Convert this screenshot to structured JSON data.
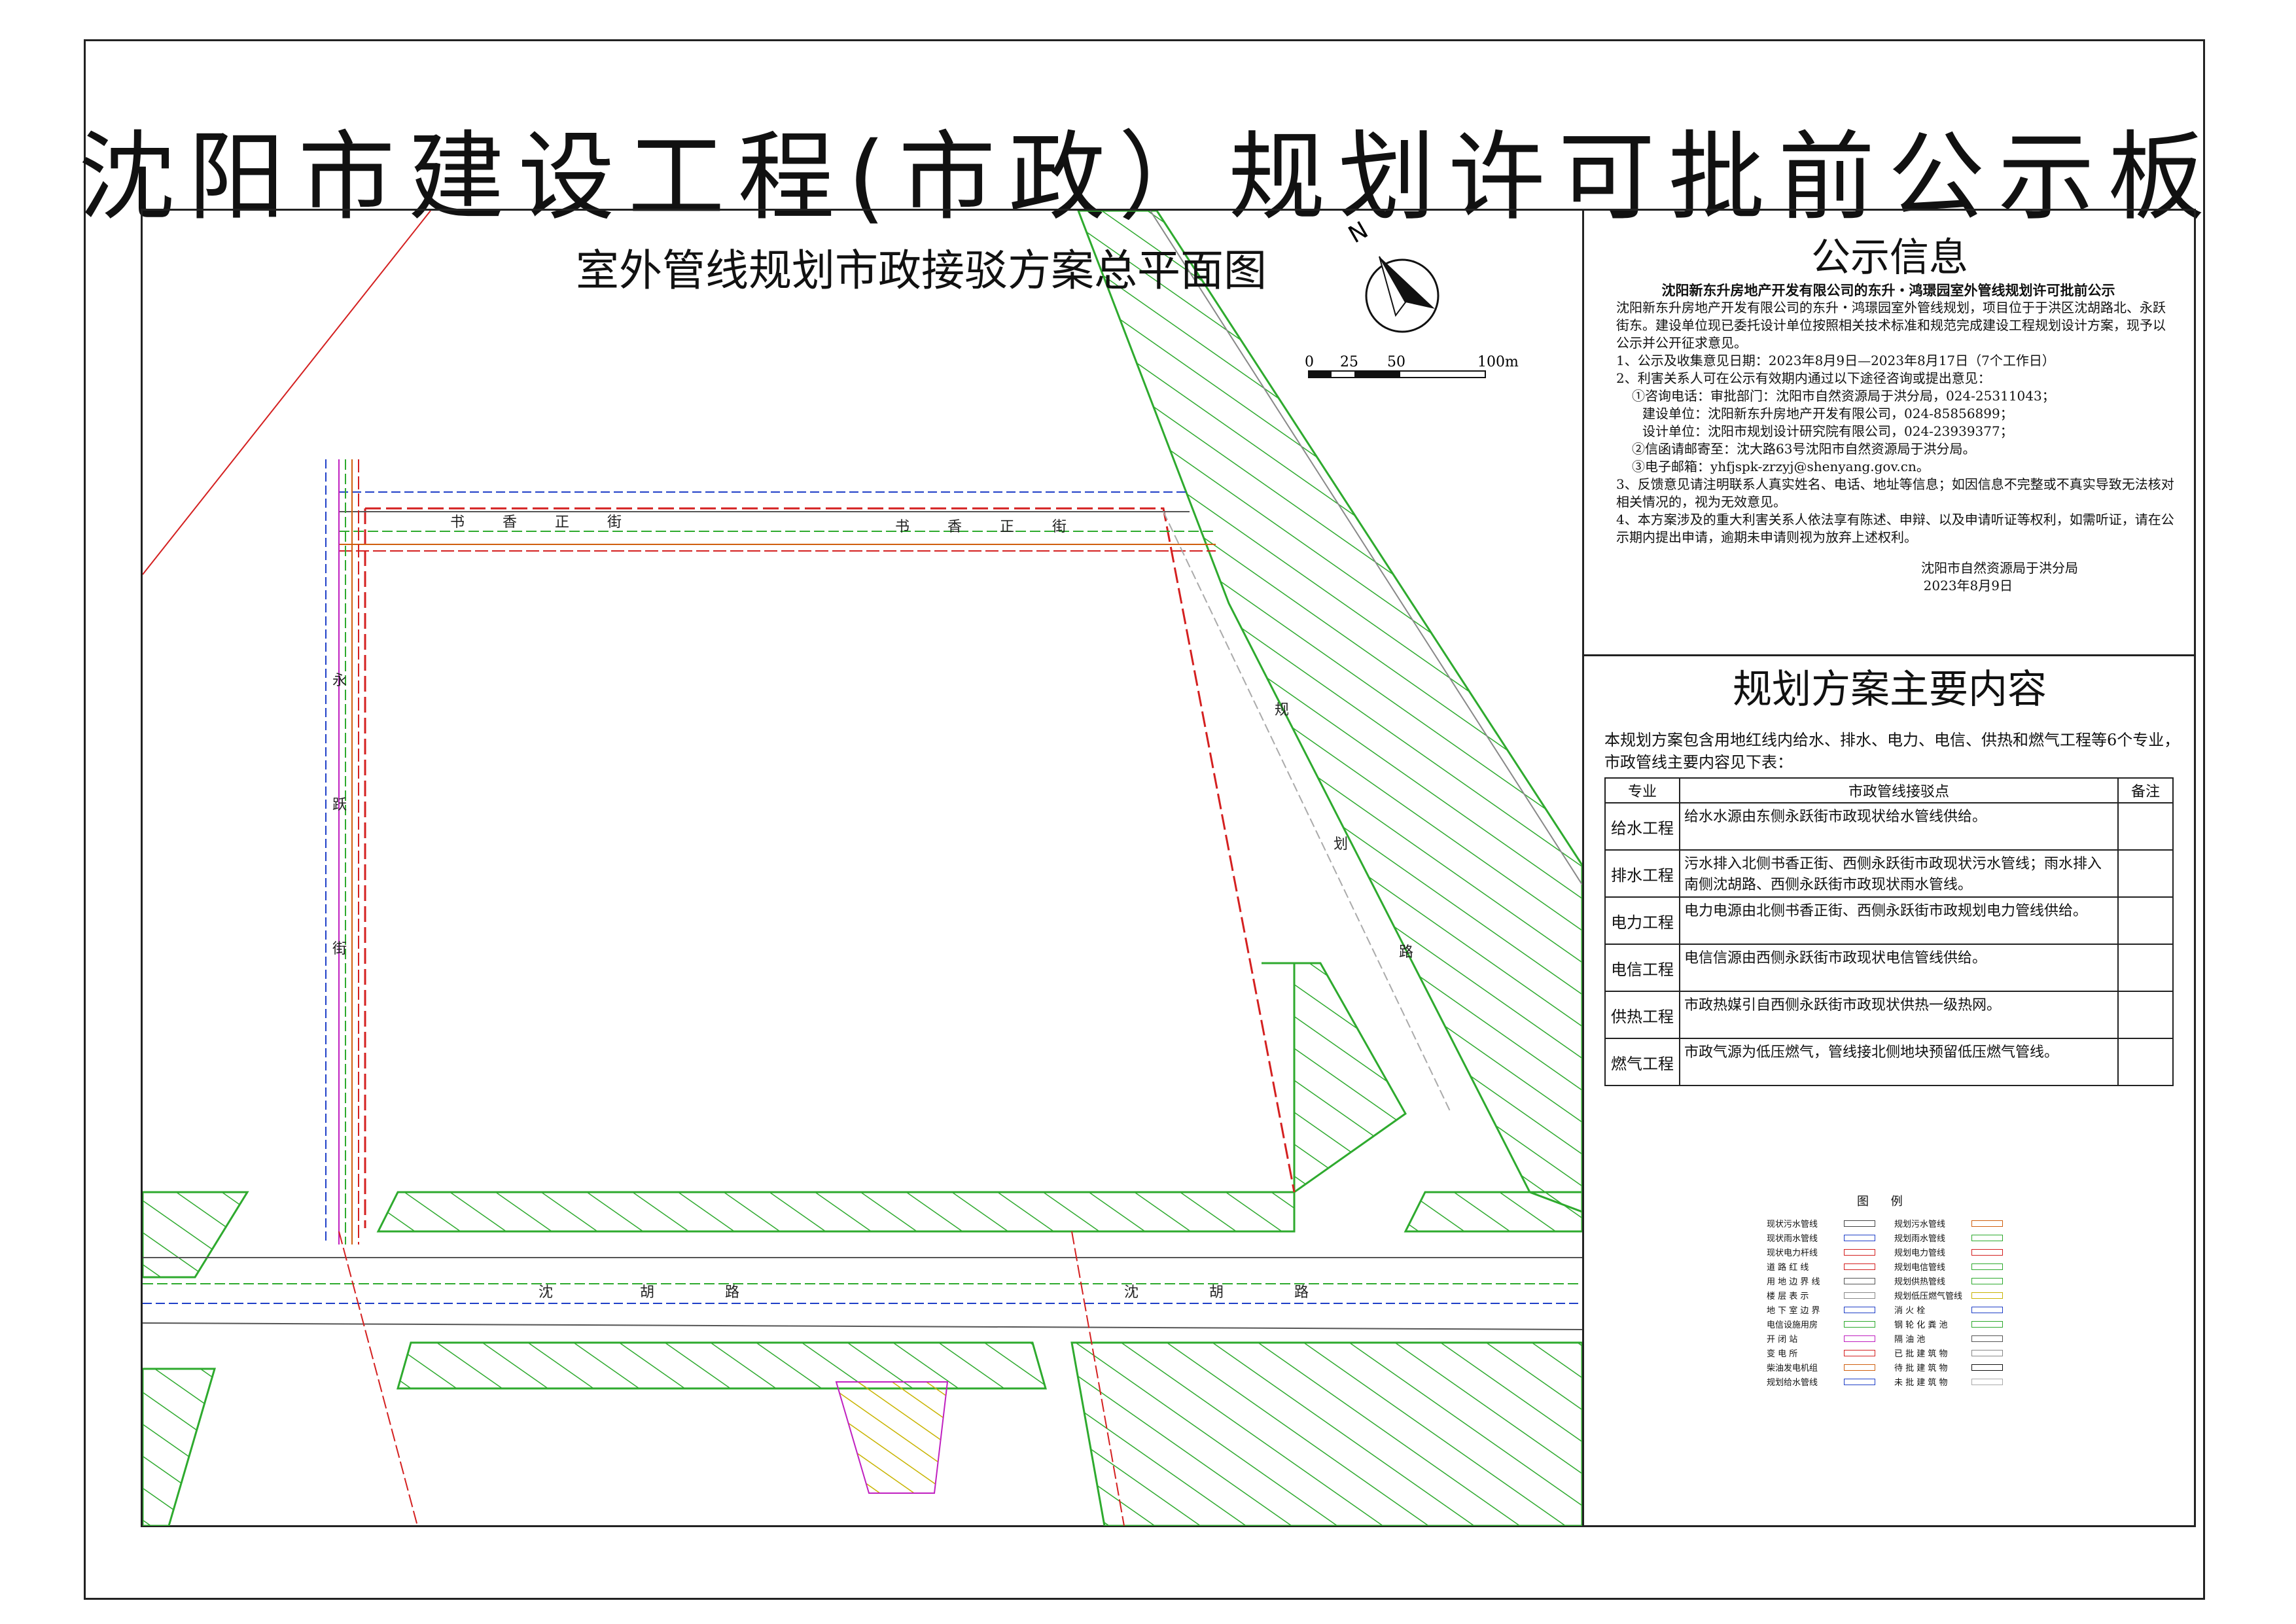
{
  "board_title": "沈阳市建设工程(市政）规划许可批前公示板",
  "map": {
    "title": "室外管线规划市政接驳方案总平面图",
    "north_label": "N",
    "scale_labels": [
      "0",
      "25",
      "50",
      "100m"
    ],
    "streets": {
      "shuxiang": [
        "书",
        "香",
        "正",
        "街"
      ],
      "yongyue": [
        "永",
        "跃",
        "街"
      ],
      "shenhu": [
        "沈",
        "胡",
        "路"
      ],
      "guihua": [
        "规",
        "划",
        "路"
      ]
    },
    "colors": {
      "hatch": "#2eaa2e",
      "redline": "#d42020",
      "pipe_blue": "#2040c8",
      "pipe_magenta": "#c020c0",
      "pipe_orange": "#d06010"
    }
  },
  "notice": {
    "heading": "公示信息",
    "title": "沈阳新东升房地产开发有限公司的东升・鸿璟园室外管线规划许可批前公示",
    "body": "沈阳新东升房地产开发有限公司的东升・鸿璟园室外管线规划，项目位于于洪区沈胡路北、永跃街东。建设单位现已委托设计单位按照相关技术标准和规范完成建设工程规划设计方案，现予以公示并公开征求意见。",
    "item1": "1、公示及收集意见日期：2023年8月9日—2023年8月17日（7个工作日）",
    "item2": "2、利害关系人可在公示有效期内通过以下途径咨询或提出意见：",
    "phone_review": "①咨询电话：审批部门：沈阳市自然资源局于洪分局，024-25311043；",
    "phone_builder": "建设单位：沈阳新东升房地产开发有限公司，024-85856899；",
    "phone_designer": "设计单位：沈阳市规划设计研究院有限公司，024-23939377；",
    "mail": "②信函请邮寄至：沈大路63号沈阳市自然资源局于洪分局。",
    "email": "③电子邮箱：yhfjspk-zrzyj@shenyang.gov.cn。",
    "item3": "3、反馈意见请注明联系人真实姓名、电话、地址等信息；如因信息不完整或不真实导致无法核对相关情况的，视为无效意见。",
    "item4": "4、本方案涉及的重大利害关系人依法享有陈述、申辩、以及申请听证等权利，如需听证，请在公示期内提出申请，逾期未申请则视为放弃上述权利。",
    "signature": "沈阳市自然资源局于洪分局",
    "date": "2023年8月9日"
  },
  "plan": {
    "heading": "规划方案主要内容",
    "intro": "本规划方案包含用地红线内给水、排水、电力、电信、供热和燃气工程等6个专业，市政管线主要内容见下表：",
    "col_specialty": "专业",
    "col_connection": "市政管线接驳点",
    "col_remark": "备注",
    "rows": [
      {
        "specialty": "给水工程",
        "content": "给水水源由东侧永跃街市政现状给水管线供给。"
      },
      {
        "specialty": "排水工程",
        "content": "污水排入北侧书香正街、西侧永跃街市政现状污水管线；雨水排入南侧沈胡路、西侧永跃街市政现状雨水管线。"
      },
      {
        "specialty": "电力工程",
        "content": "电力电源由北侧书香正街、西侧永跃街市政规划电力管线供给。"
      },
      {
        "specialty": "电信工程",
        "content": "电信信源由西侧永跃街市政现状电信管线供给。"
      },
      {
        "specialty": "供热工程",
        "content": "市政热媒引自西侧永跃街市政现状供热一级热网。"
      },
      {
        "specialty": "燃气工程",
        "content": "市政气源为低压燃气，管线接北侧地块预留低压燃气管线。"
      }
    ]
  },
  "legend": {
    "title": "图 例",
    "left": [
      "现状污水管线",
      "现状雨水管线",
      "现状电力杆线",
      "道 路 红 线",
      "用 地 边 界 线",
      "楼 层 表 示",
      "地 下 室 边 界",
      "电信设施用房",
      "开 闭 站",
      "变 电 所",
      "柴油发电机组",
      "规划给水管线"
    ],
    "right": [
      "规划污水管线",
      "规划雨水管线",
      "规划电力管线",
      "规划电信管线",
      "规划供热管线",
      "规划低压燃气管线",
      "消 火 栓",
      "钢 轮 化 粪 池",
      "隔 油 池",
      "已 批 建 筑 物",
      "待 批 建 筑 物",
      "未 批 建 筑 物"
    ]
  }
}
